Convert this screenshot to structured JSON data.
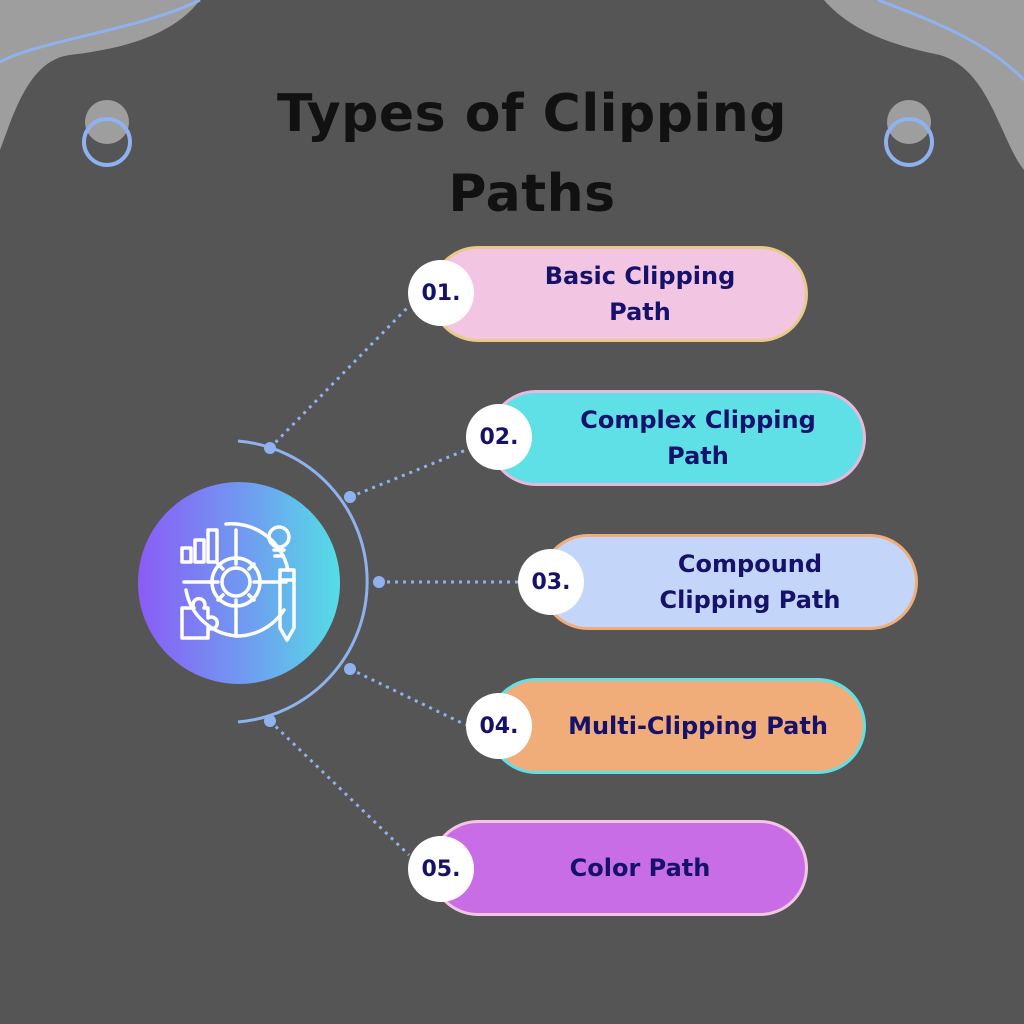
{
  "title": "Types of Clipping Paths",
  "hub": {
    "icon": "settings-analytics-icon"
  },
  "items": [
    {
      "number": "01.",
      "label": "Basic Clipping Path",
      "fill": "#f2c6e2",
      "border": "#e8c98a"
    },
    {
      "number": "02.",
      "label": "Complex Clipping Path",
      "fill": "#5fe0e6",
      "border": "#e7b9dc"
    },
    {
      "number": "03.",
      "label": "Compound Clipping Path",
      "fill": "#c3d6fa",
      "border": "#f0ad7a"
    },
    {
      "number": "04.",
      "label": "Multi-Clipping Path",
      "fill": "#f0ad7a",
      "border": "#5fe0e6"
    },
    {
      "number": "05.",
      "label": "Color Path",
      "fill": "#c96de6",
      "border": "#f2c6e2"
    }
  ],
  "colors": {
    "background": "#555555",
    "accent": "#8fb2ef",
    "text": "#16126a",
    "corner": "#9e9e9e"
  }
}
